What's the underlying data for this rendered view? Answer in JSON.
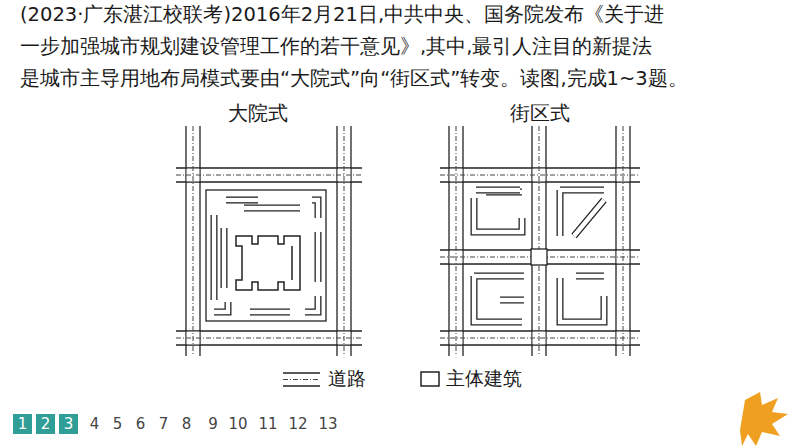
{
  "diagram": {
    "labels": [
      "(2023·广东湛江校联考)2016年2月21日,中共中央、国务院发布《关于进",
      "一步加强城市规划建设管理工作的若干意见》,其中,最引人注目的新提法",
      "是城市主导用地布局模式要由“大院式”向“街区式”转变。读图,完成1~3题。",
      "大院式",
      "街区式",
      "1",
      "2",
      "3",
      "4",
      "5",
      "6",
      "7",
      "8",
      "9",
      "10",
      "11",
      "12",
      "13"
    ],
    "legend": [
      {
        "text": "道路"
      },
      {
        "text": "主体建筑"
      }
    ]
  }
}
